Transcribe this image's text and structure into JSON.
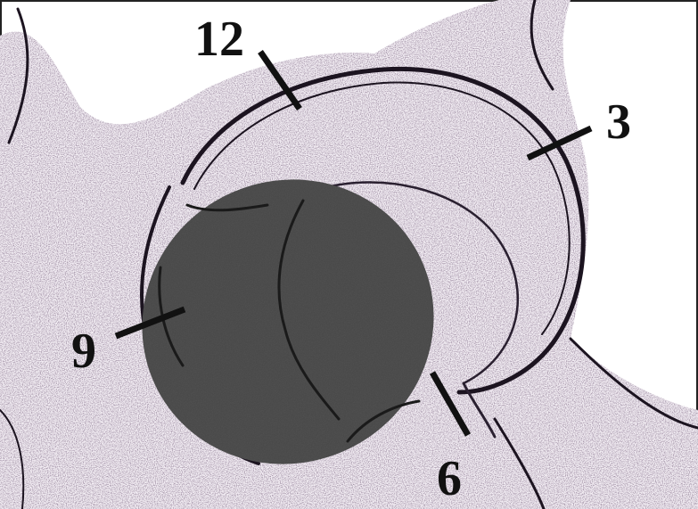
{
  "diagram": {
    "clock_labels": {
      "twelve": "12",
      "three": "3",
      "six": "6",
      "nine": "9"
    },
    "colors": {
      "background": "#ffffff",
      "bone_stipple": "#3a2a40",
      "bone_tint": "#f3eef4",
      "contour": "#1c1420",
      "shaded_region": "#4a4a4a",
      "leader_line": "#111111",
      "label_text": "#111111"
    }
  }
}
